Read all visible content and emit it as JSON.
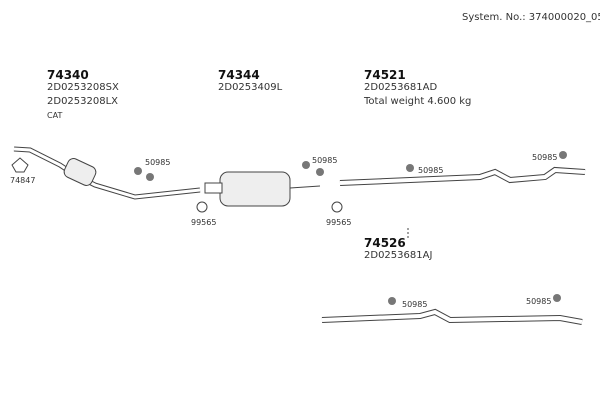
{
  "system_no": "System. No.: 374000020_05",
  "parts": [
    {
      "number": "74340",
      "codes": [
        "2D0253208SX",
        "2D0253208LX"
      ],
      "note": "CAT"
    },
    {
      "number": "74344",
      "codes": [
        "2D0253409L"
      ]
    },
    {
      "number": "74521",
      "codes": [
        "2D0253681AD"
      ],
      "note": "Total weight 4.600 kg"
    },
    {
      "number": "74526",
      "codes": [
        "2D0253681AJ"
      ]
    }
  ],
  "small_parts": {
    "gasket": "74847",
    "hanger": "50985",
    "clamp": "99565"
  }
}
